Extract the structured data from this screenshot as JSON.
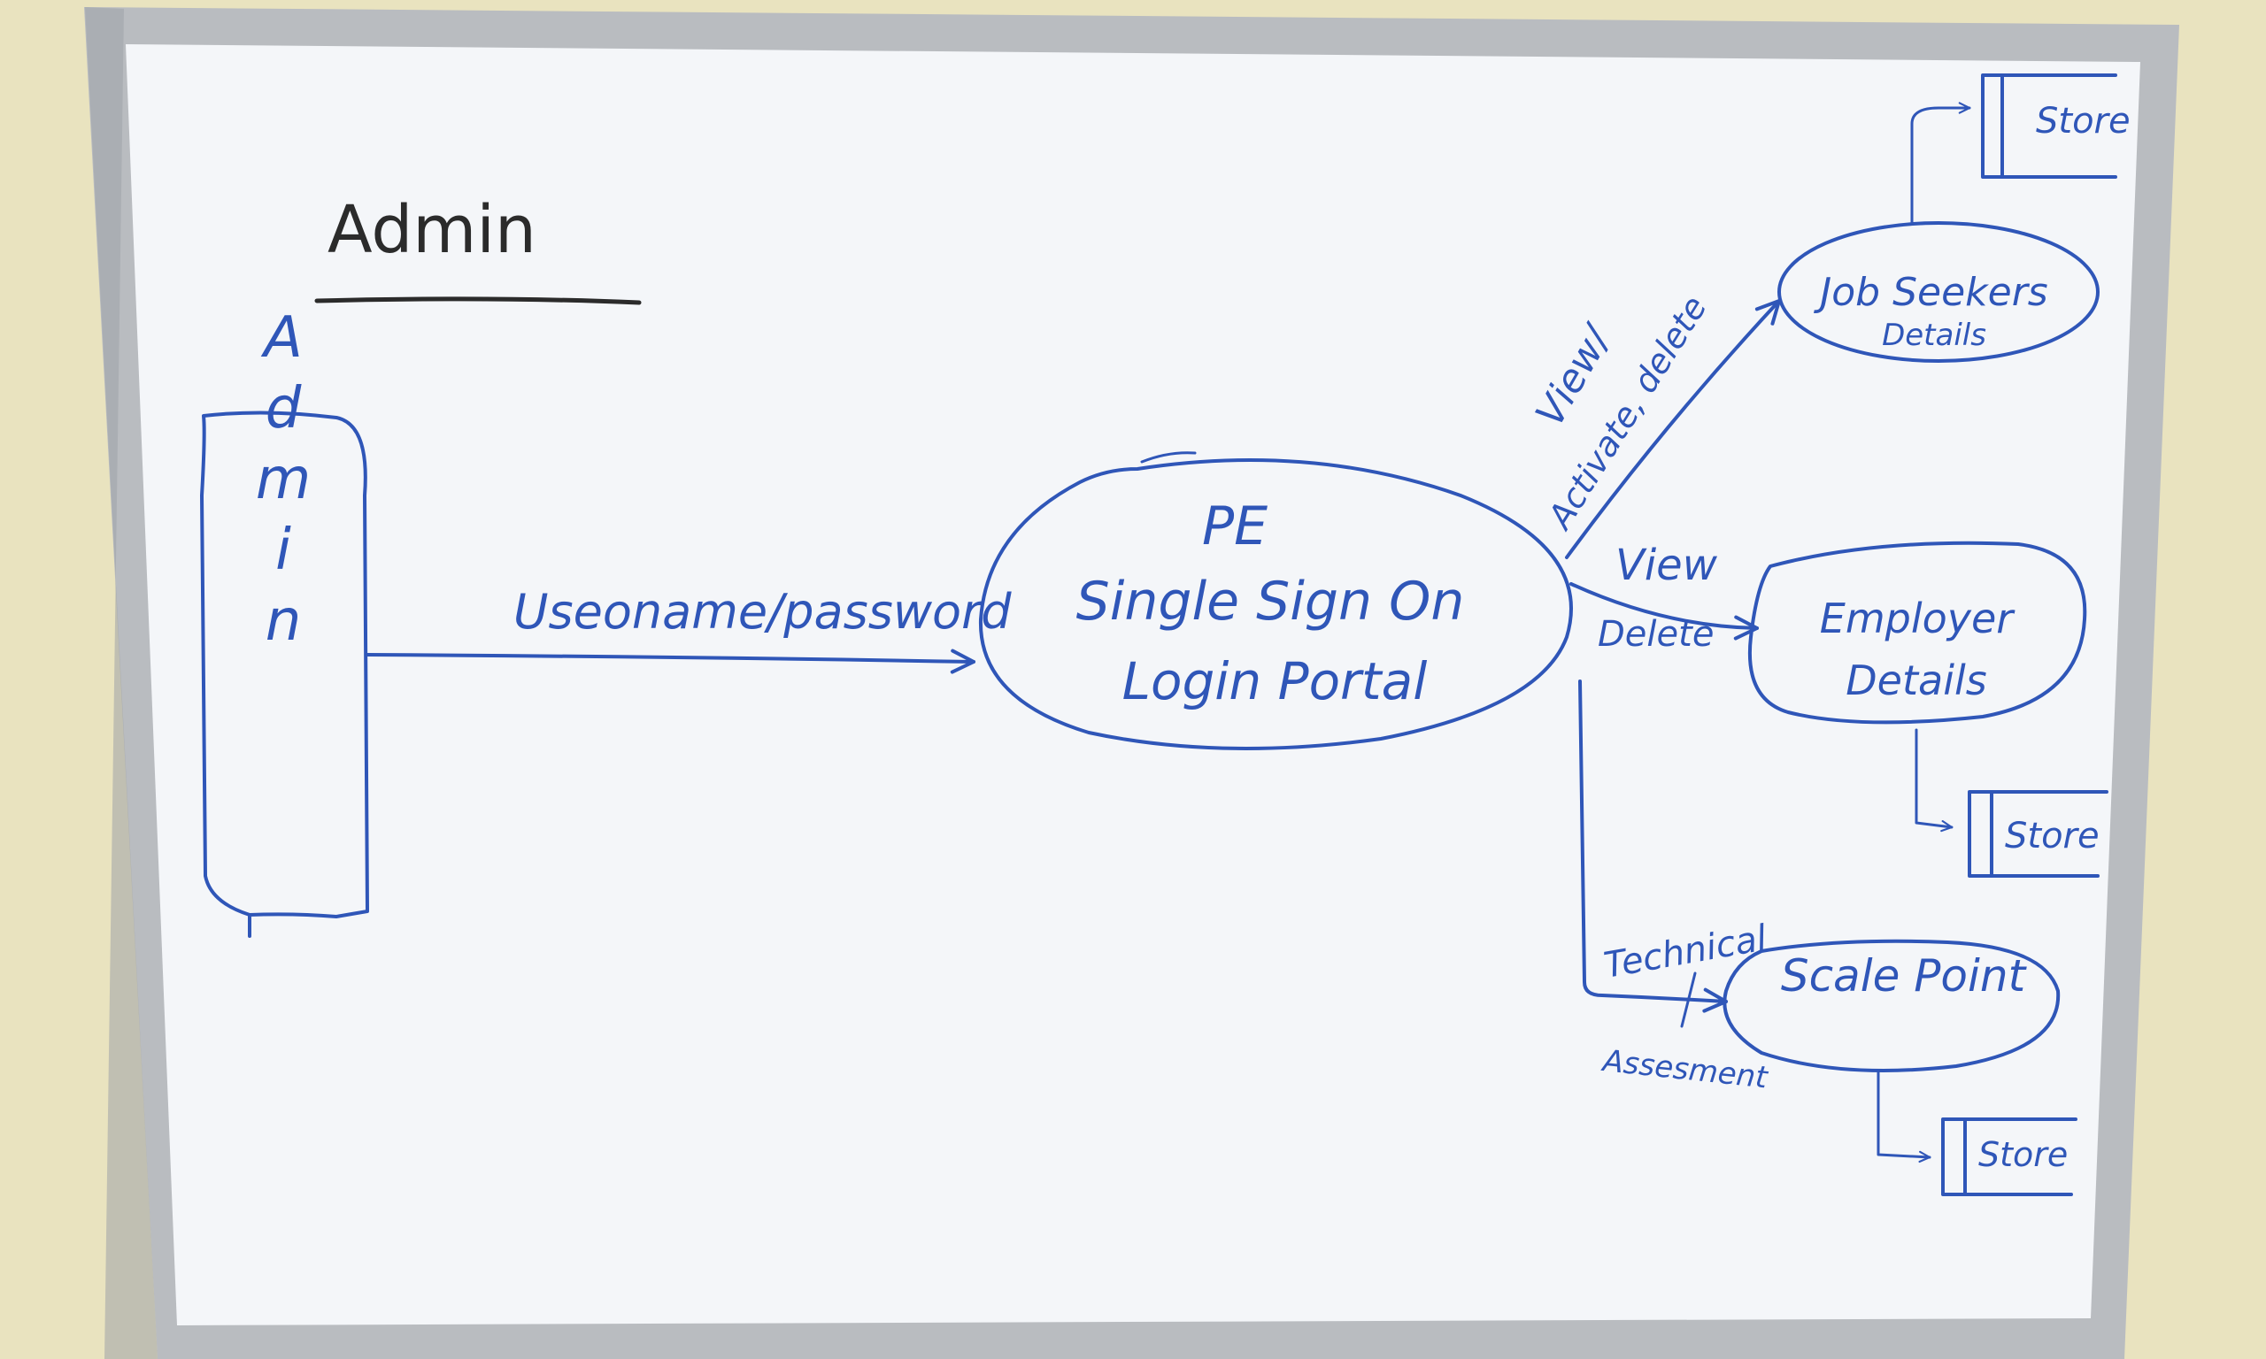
{
  "board": {
    "title": "Admin"
  },
  "actor": {
    "label": "Admin"
  },
  "login_flow": {
    "label": "Useoname/password"
  },
  "process": {
    "line1": "PE",
    "line2": "Single Sign On",
    "line3": "Login Portal"
  },
  "job_seekers": {
    "line1": "Job Seekers",
    "line2": "Details",
    "flow_label_1": "View/",
    "flow_label_2": "Activate, delete",
    "store": "Store"
  },
  "employer": {
    "line1": "Employer",
    "line2": "Details",
    "flow_label_1": "View",
    "flow_label_2": "Delete",
    "store": "Store"
  },
  "scale_point": {
    "label": "Scale Point",
    "flow_label_1": "Technical",
    "flow_label_2": "Assesment",
    "store": "Store"
  },
  "colors": {
    "ink_blue": "#2f56b8",
    "ink_black": "#2b2b2b",
    "board": "#f4f6f9",
    "frame": "#b9bcc0",
    "wall": "#e9e3bf"
  }
}
